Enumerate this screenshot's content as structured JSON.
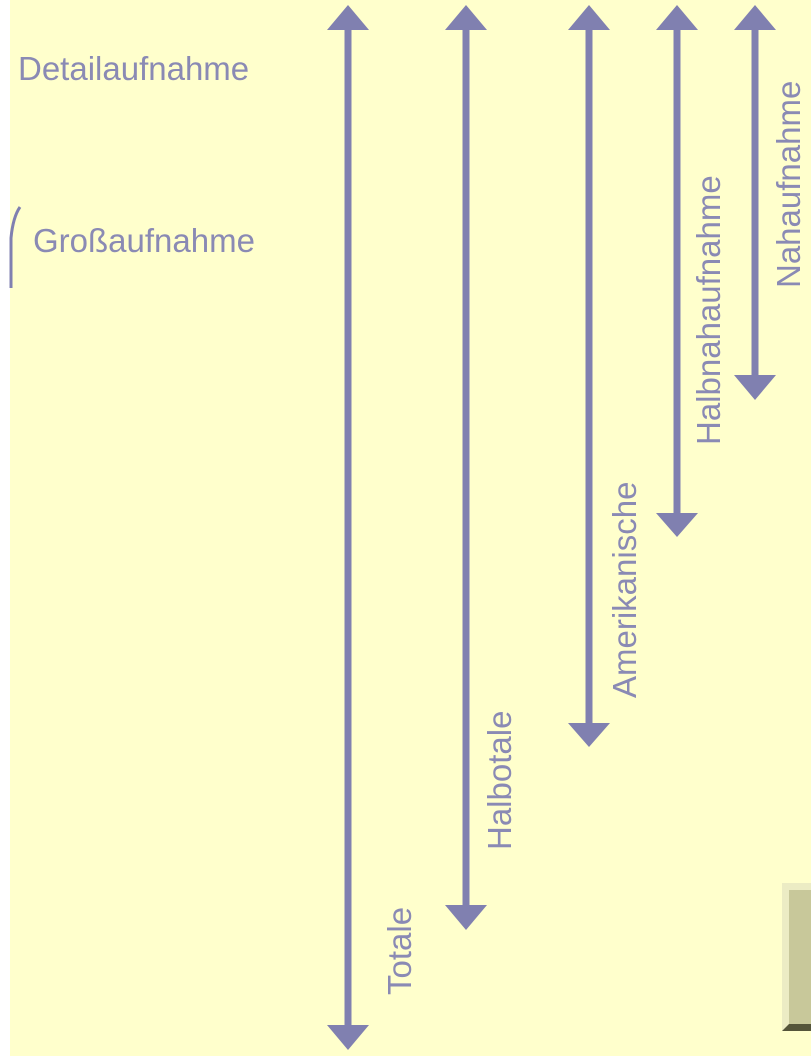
{
  "labels": {
    "detail": "Detailaufnahme",
    "gross": "Großaufnahme",
    "totale": "Totale",
    "halbtotale": "Halbotale",
    "amerikanische": "Amerikanische",
    "halbnah": "Halbnahaufnahme",
    "nah": "Nahaufnahme"
  },
  "icons": {
    "arrow": "double-headed-vertical-arrow",
    "bracket": "curly-brace-icon",
    "button": "bevel-button-icon"
  },
  "colors": {
    "background": "#ffffcc",
    "arrow": "#8080b0",
    "text": "#8a8ab4",
    "button_face": "#c8c89a",
    "button_shadow": "#55553a"
  }
}
